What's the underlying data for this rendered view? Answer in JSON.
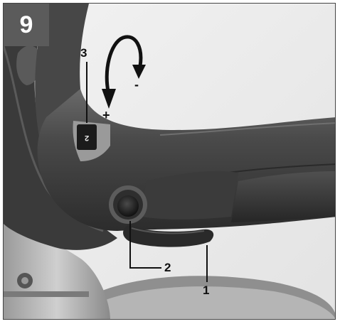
{
  "figure": {
    "number": "9"
  },
  "callouts": {
    "one": "1",
    "two": "2",
    "three": "3"
  },
  "direction": {
    "plus": "+",
    "minus": "-"
  },
  "icons": {
    "rotation": "curved-arrow-icon",
    "dial": "speed-dial-icon",
    "button": "push-button-icon"
  }
}
